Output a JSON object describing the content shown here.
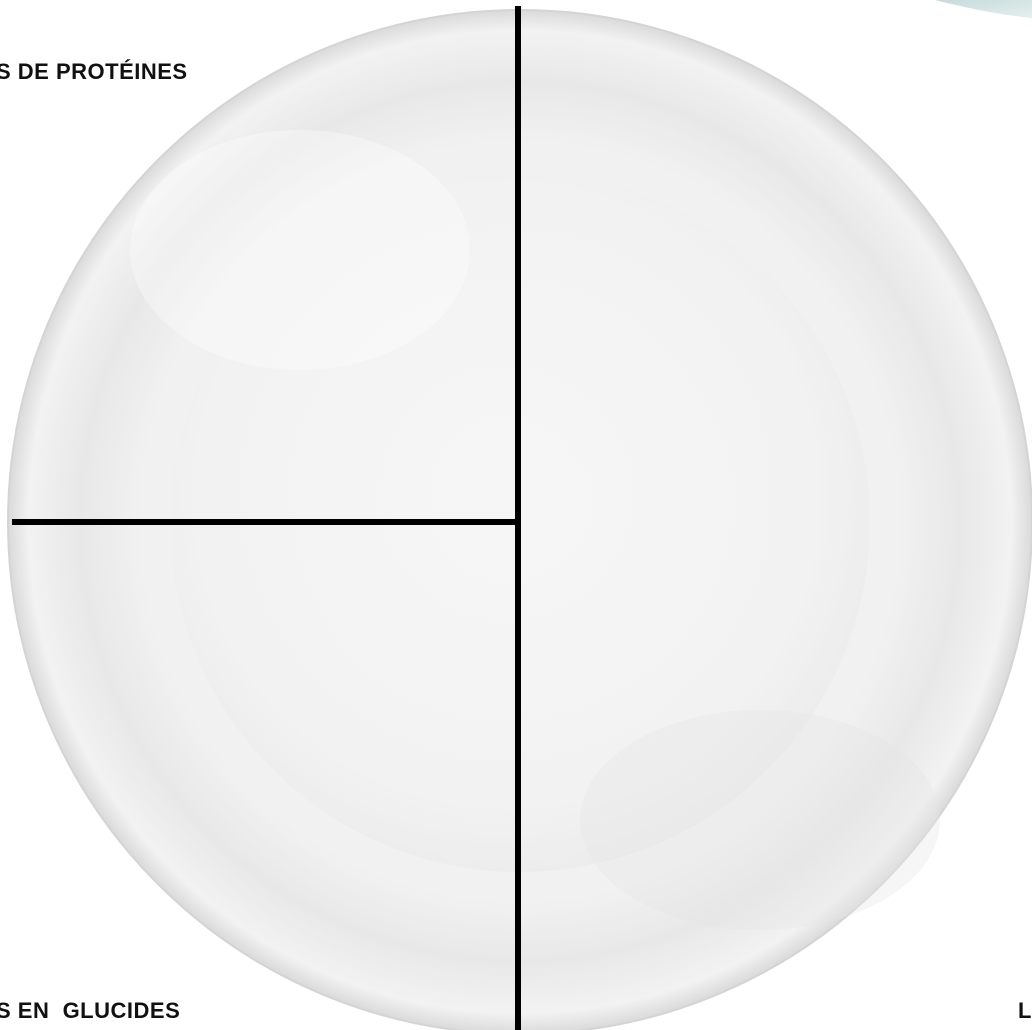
{
  "labels": {
    "proteins": "S DE PROTÉINES",
    "carbs": "S EN  GLUCIDES",
    "vegetables": "L"
  },
  "colors": {
    "background": "#ffffff",
    "plate_rim": "#e9e9e9",
    "plate_well": "#f3f3f3",
    "plate_edge": "#d6d6d6",
    "divider": "#000000",
    "corner_tint": "#c9dcdc"
  }
}
